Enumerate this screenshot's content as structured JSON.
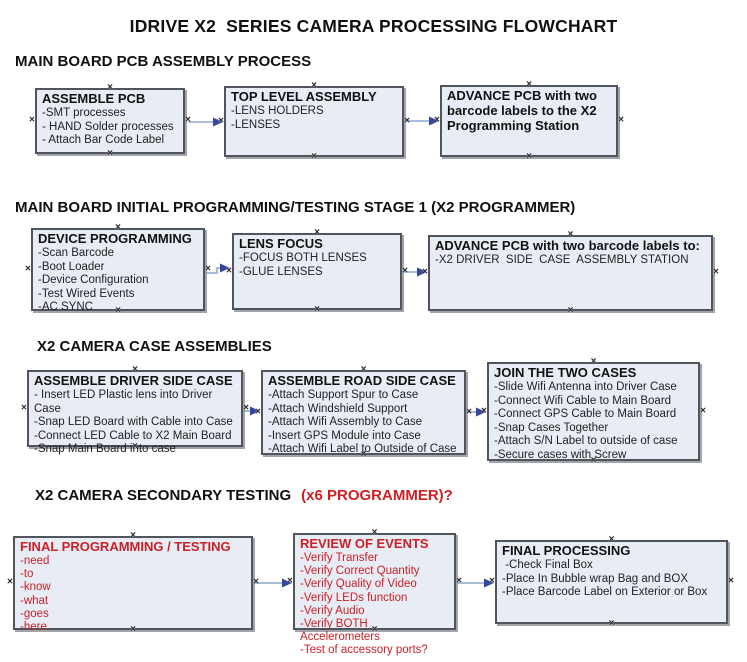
{
  "title": "IDRIVE X2  SERIES CAMERA PROCESSING FLOWCHART",
  "colors": {
    "accent_red": "#cc2026",
    "box_fill": "#e8edf5",
    "box_border": "#50555d",
    "arrow_line": "#a7bdd9",
    "arrow_head": "#35479c",
    "text": "#111111"
  },
  "icons": {
    "connector_handle_glyph": "×"
  },
  "sections": [
    {
      "header": "MAIN BOARD PCB ASSEMBLY PROCESS",
      "boxes": [
        {
          "title": "ASSEMBLE PCB",
          "items": [
            "-SMT processes",
            "- HAND Solder processes",
            "- Attach Bar Code Label"
          ]
        },
        {
          "title": "TOP LEVEL ASSEMBLY",
          "items": [
            "-LENS HOLDERS",
            "-LENSES"
          ]
        },
        {
          "title": "ADVANCE PCB with two barcode labels to the X2 Programming Station",
          "items": []
        }
      ]
    },
    {
      "header": "MAIN BOARD INITIAL PROGRAMMING/TESTING STAGE 1 (X2 PROGRAMMER)",
      "boxes": [
        {
          "title": "DEVICE PROGRAMMING",
          "items": [
            "-Scan Barcode",
            "-Boot Loader",
            "-Device Configuration",
            "-Test Wired Events",
            "-AC SYNC"
          ]
        },
        {
          "title": "LENS FOCUS",
          "items": [
            "-FOCUS BOTH LENSES",
            "-GLUE LENSES"
          ]
        },
        {
          "title": "ADVANCE PCB with two barcode labels to:",
          "items": [
            "-X2 DRIVER  SIDE  CASE  ASSEMBLY STATION"
          ]
        }
      ]
    },
    {
      "header": "X2 CAMERA CASE ASSEMBLIES",
      "boxes": [
        {
          "title": "ASSEMBLE DRIVER SIDE CASE",
          "items": [
            "- Insert LED Plastic lens into Driver Case",
            "-Snap LED Board with Cable into Case",
            "-Connect LED Cable to X2 Main Board",
            "-Snap Main Board into case"
          ]
        },
        {
          "title": "ASSEMBLE ROAD SIDE CASE",
          "items": [
            "-Attach Support Spur to Case",
            "-Attach Windshield Support",
            "-Attach Wifi Assembly to Case",
            "-Insert GPS Module into Case",
            "-Attach Wifi Label to Outside of Case"
          ]
        },
        {
          "title": "JOIN THE TWO CASES",
          "items": [
            "-Slide Wifi Antenna into Driver Case",
            "-Connect Wifi Cable to Main Board",
            "-Connect GPS Cable to Main Board",
            "-Snap Cases Together",
            "-Attach S/N Label to outside of case",
            "-Secure cases with Screw"
          ]
        }
      ]
    },
    {
      "header": "X2 CAMERA SECONDARY TESTING",
      "header_suffix": "(x6 PROGRAMMER)?",
      "boxes": [
        {
          "title": "FINAL PROGRAMMING / TESTING",
          "items": [
            "-need",
            "-to",
            "-know",
            "-what",
            "-goes",
            "-here"
          ]
        },
        {
          "title": "REVIEW OF EVENTS",
          "items": [
            "-Verify Transfer",
            "-Verify Correct Quantity",
            "-Verify Quality of Video",
            "-Verify LEDs function",
            "-Verify Audio",
            "-Verify BOTH Accelerometers",
            "-Test of accessory ports?"
          ]
        },
        {
          "title": "FINAL PROCESSING",
          "items": [
            " -Check Final Box",
            "-Place In Bubble wrap Bag and BOX",
            "-Place Barcode Label on Exterior or Box"
          ]
        }
      ]
    }
  ]
}
